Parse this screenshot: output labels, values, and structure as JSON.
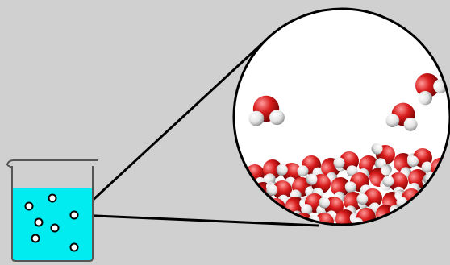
{
  "scene": {
    "background_color": "#d0d0d0",
    "liquid_color": "#00ecf0",
    "oxygen_color": "#c81414",
    "hydrogen_color": "#f0f0f0",
    "outline_color": "#000000",
    "beaker": {
      "bubble_count": 7
    },
    "magnifier": {
      "vapor_molecule_count": 3,
      "liquid_molecule_count": 34
    }
  }
}
